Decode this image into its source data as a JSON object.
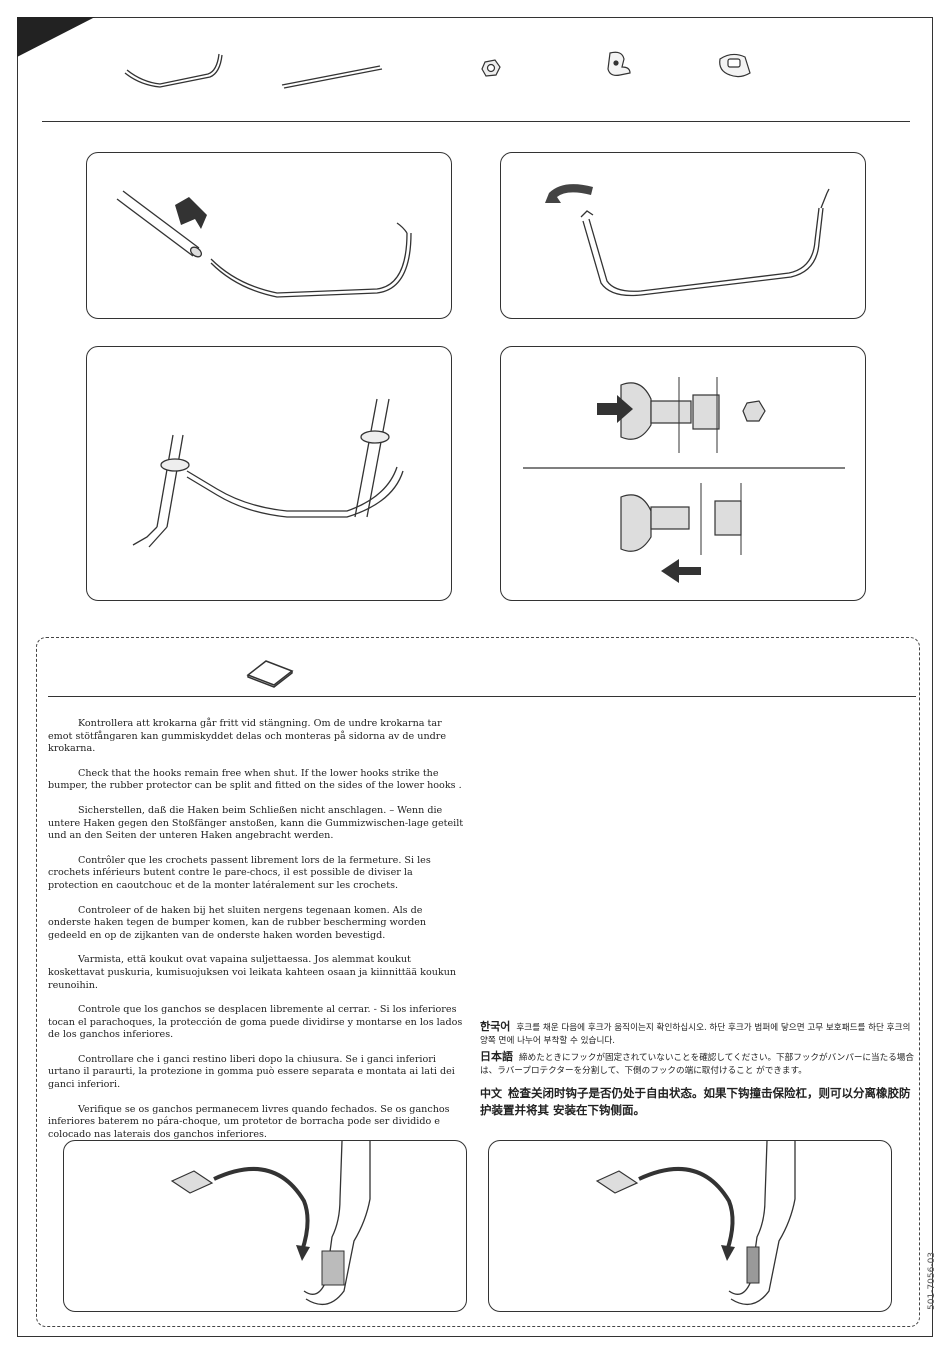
{
  "part_number": "501-7056-03",
  "instructions": [
    "Kontrollera att krokarna går fritt vid stängning. Om de undre krokarna tar emot stötfångaren kan gummiskyddet delas och monteras på sidorna av de undre krokarna.",
    "Check that the hooks remain free when shut. If the lower hooks strike the bumper, the rubber protector can be split and fitted on the sides of the lower hooks .",
    "Sicherstellen, daß die Haken beim Schließen nicht anschlagen. – Wenn die untere Haken gegen den Stoßfänger anstoßen, kann die Gummizwischen-lage geteilt und an den Seiten der unteren Haken angebracht werden.",
    " Contrôler que les crochets passent librement lors de la fermeture. Si les crochets inférieurs butent contre le pare-chocs, il est possible de diviser la protection en caoutchouc et de la monter latéralement sur les crochets.",
    "Controleer of de haken bij het sluiten nergens tegenaan komen. Als de onderste haken tegen de bumper komen, kan de rubber bescherming worden gedeeld en op de zijkanten van de onderste haken worden bevestigd.",
    "Varmista, että koukut ovat vapaina suljettaessa. Jos alemmat koukut koskettavat puskuria, kumisuojuksen voi leikata kahteen osaan ja kiinnittää koukun reunoihin.",
    "Controle que los ganchos se desplacen libremente al cerrar. - Si los inferiores tocan el parachoques, la protección de goma puede dividirse y montarse en los lados de los ganchos inferiores.",
    "Controllare che i ganci restino liberi dopo la chiusura. Se i ganci inferiori urtano il paraurti, la protezione in gomma può essere separata e montata ai lati dei ganci inferiori.",
    "Verifique se os ganchos permanecem livres quando fechados. Se os ganchos inferiores baterem no pára-choque, um protetor de borracha pode ser dividido e colocado nas laterais dos ganchos inferiores."
  ],
  "asian": {
    "ko_label": "한국어",
    "ko_text": "후크를 채운 다음에 후크가 움직이는지 확인하십시오. 하단 후크가 범퍼에 닿으면 고무 보호패드를 하단 후크의 양쪽 면에 나누어 부착할 수 있습니다.",
    "ja_label": "日本語",
    "ja_text": "締めたときにフックが固定されていないことを確認してください。下部フックがバンパーに当たる場合は、ラバープロテクターを分割して、下側のフックの端に取付けること ができます。",
    "zh_label": "中文",
    "zh_text": "检查关闭时钩子是否仍处于自由状态。如果下钩撞击保险杠，则可以分离橡胶防护装置并将其 安装在下钩侧面。"
  }
}
